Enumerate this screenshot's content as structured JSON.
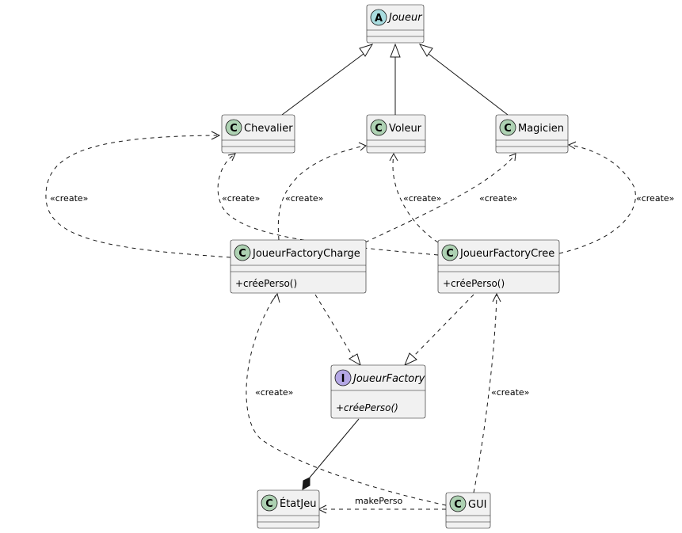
{
  "colors": {
    "abstract_badge": "#a9dcdf",
    "class_badge": "#add1b2",
    "interface_badge": "#b4a7e5",
    "box_fill": "#f1f1f1",
    "line": "#181818"
  },
  "classes": {
    "joueur": {
      "name": "Joueur",
      "stereotype_letter": "A",
      "kind": "abstract"
    },
    "chevalier": {
      "name": "Chevalier",
      "stereotype_letter": "C",
      "kind": "class"
    },
    "voleur": {
      "name": "Voleur",
      "stereotype_letter": "C",
      "kind": "class"
    },
    "magicien": {
      "name": "Magicien",
      "stereotype_letter": "C",
      "kind": "class"
    },
    "factory_charge": {
      "name": "JoueurFactoryCharge",
      "stereotype_letter": "C",
      "kind": "class",
      "method": "+créePerso()"
    },
    "factory_cree": {
      "name": "JoueurFactoryCree",
      "stereotype_letter": "C",
      "kind": "class",
      "method": "+créePerso()"
    },
    "joueur_factory": {
      "name": "JoueurFactory",
      "stereotype_letter": "I",
      "kind": "interface",
      "method": "+créePerso()"
    },
    "etat_jeu": {
      "name": "ÉtatJeu",
      "stereotype_letter": "C",
      "kind": "class"
    },
    "gui": {
      "name": "GUI",
      "stereotype_letter": "C",
      "kind": "class"
    }
  },
  "labels": {
    "create": "«create»",
    "make_perso": "makePerso"
  }
}
